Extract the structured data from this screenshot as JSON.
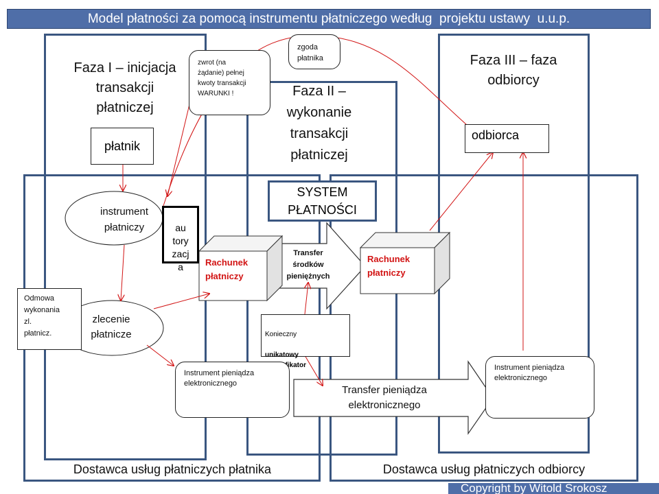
{
  "title": "Model płatności za pomocą instrumentu płatniczego według  projektu ustawy  u.u.p.",
  "phases": {
    "phase1": "Faza I – inicjacja\ntransakcji\npłatniczej",
    "phase2": "Faza II –\nwykonanie\ntransakcji\npłatniczej",
    "phase3": "Faza III – faza\nodbiorcy"
  },
  "providers": {
    "payer": "Dostawca usług płatniczych płatnika",
    "payee": "Dostawca usług płatniczych odbiorcy"
  },
  "nodes": {
    "platnik": "płatnik",
    "odbiorca": "odbiorca",
    "instrument": "instrument\npłatniczy",
    "autoryzacja": "au\ntory\nzacj\na",
    "system": "SYSTEM\nPŁATNOŚCI",
    "rachunek_left": "Rachunek\npłatniczy",
    "rachunek_right": "Rachunek\npłatniczy",
    "transfer_srodkow": "Transfer\nśrodków\npieniężnych",
    "zlecenie": "zlecenie\npłatnicze",
    "odmowa": "Odmowa\nwykonania\nzl.\npłatnicz.",
    "unikatowy": {
      "line1": "Konieczny",
      "line2": "unikatowy\nidentyfikator"
    },
    "instrument_pieniadza_left": "Instrument pieniądza\nelektronicznego",
    "instrument_pieniadza_right": "Instrument pieniądza\nelektronicznego",
    "transfer_pieniadza": "Transfer pieniądza\nelektronicznego",
    "zgoda": "zgoda\npłatnika",
    "zwrot": "zwrot (na\nżądanie) pełnej\nkwoty transakcji\nWARUNKI !"
  },
  "copyright": "Copyright by Witold Srokosz",
  "colors": {
    "title_bg": "#4f6ea8",
    "frame_border": "#3a5680",
    "arrow_red": "#d21414"
  }
}
